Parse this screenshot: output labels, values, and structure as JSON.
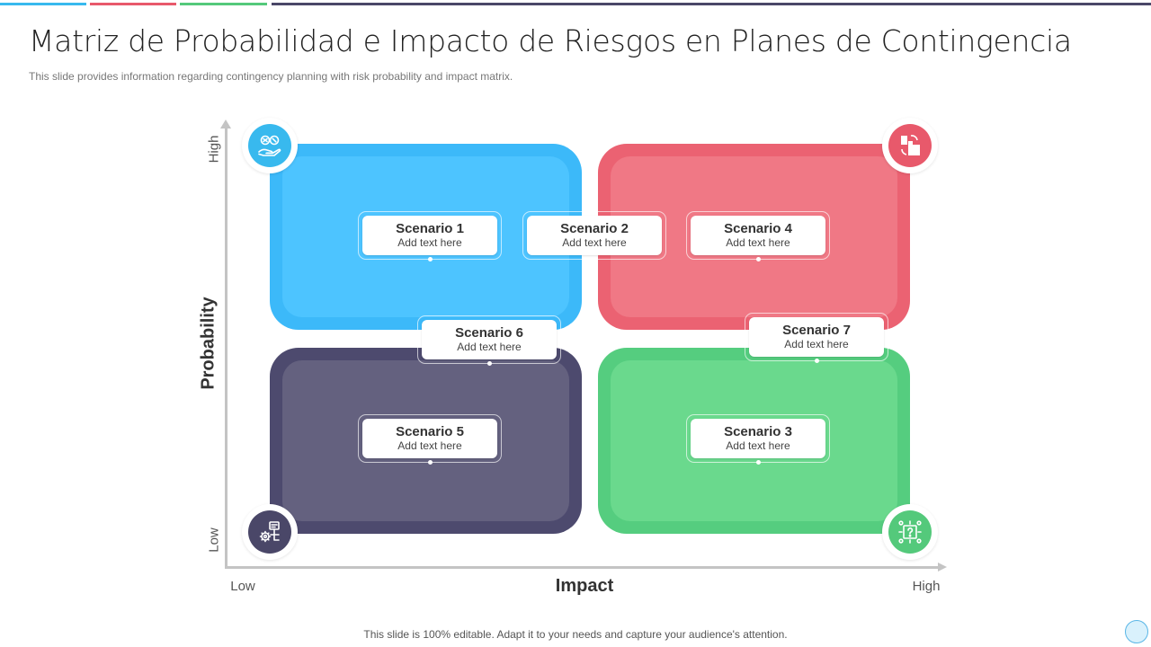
{
  "header": {
    "title": "Matriz de Probabilidad e Impacto de Riesgos en Planes de Contingencia",
    "subtitle": "This slide provides information regarding contingency planning with risk probability and impact matrix."
  },
  "top_bars": [
    "#38b9ee",
    "#e8596b",
    "#54c97b",
    "#4a4768"
  ],
  "axes": {
    "y_title": "Probability",
    "y_high": "High",
    "y_low": "Low",
    "x_title": "Impact",
    "x_low": "Low",
    "x_high": "High"
  },
  "quadrants": {
    "top_left": {
      "outer": "#3cb9f9",
      "inner": "#4dc4ff",
      "badge": "#38b9ee",
      "icon": "strategy-hand-icon"
    },
    "top_right": {
      "outer": "#eb6272",
      "inner": "#f07885",
      "badge": "#e8596b",
      "icon": "business-exchange-icon"
    },
    "bottom_left": {
      "outer": "#4d4a6e",
      "inner": "#64617f",
      "badge": "#4a4768",
      "icon": "gear-network-icon"
    },
    "bottom_right": {
      "outer": "#55cd7f",
      "inner": "#6ad98d",
      "badge": "#54c97b",
      "icon": "question-gear-icon"
    }
  },
  "scenarios": [
    {
      "name": "Scenario 1",
      "text": "Add text here"
    },
    {
      "name": "Scenario 2",
      "text": "Add text here"
    },
    {
      "name": "Scenario 4",
      "text": "Add text here"
    },
    {
      "name": "Scenario 6",
      "text": "Add text here"
    },
    {
      "name": "Scenario 7",
      "text": "Add text here"
    },
    {
      "name": "Scenario 5",
      "text": "Add text here"
    },
    {
      "name": "Scenario 3",
      "text": "Add text here"
    }
  ],
  "footer": "This slide is 100% editable. Adapt it to your needs and capture your audience's attention."
}
